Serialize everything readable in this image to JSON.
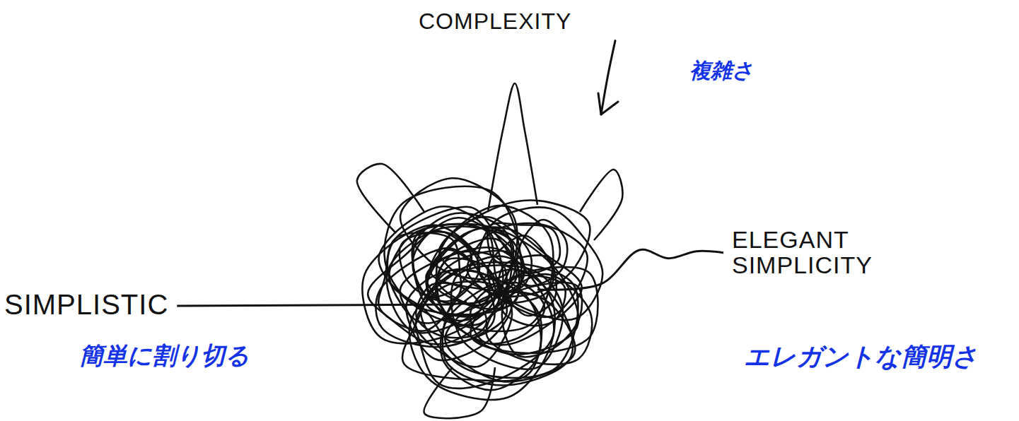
{
  "diagram": {
    "labels": [
      "COMPLEXITY",
      "複雑さ",
      "SIMPLISTIC",
      "簡単に割り切る",
      "ELEGANT SIMPLICITY",
      "エレガントな簡明さ"
    ]
  }
}
